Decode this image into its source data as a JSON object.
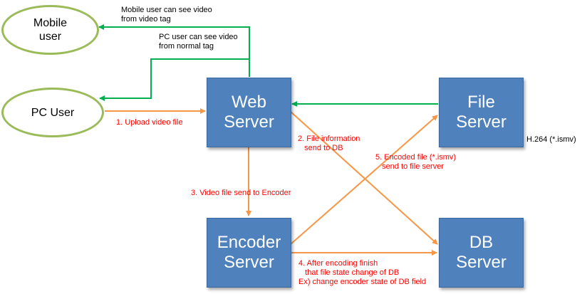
{
  "nodes": {
    "mobile_user": "Mobile\nuser",
    "pc_user": "PC User",
    "web_server": "Web\nServer",
    "file_server": "File\nServer",
    "encoder_server": "Encoder\nServer",
    "db_server": "DB\nServer"
  },
  "labels": {
    "mobile_user_video": "Mobile user can see video\nfrom video tag",
    "pc_user_video": "PC user can see video\nfrom normal tag",
    "upload_video": "1. Upload video file",
    "file_info": "2. File information\n   send to DB",
    "video_to_encoder": "3. Video file send to Encoder",
    "after_encoding": "4. After encoding finish\n   that file state change of DB\nEx) change encoder state of DB field",
    "encoded_file": "5. Encoded file (*.ismv)\n   send to file server",
    "format": "H.264 (*.ismv)"
  },
  "colors": {
    "box_fill": "#4f81bd",
    "ellipse_border": "#9bbb59",
    "green_arrow": "#00b050",
    "orange_arrow": "#f79646",
    "red_text": "#ff0000"
  }
}
